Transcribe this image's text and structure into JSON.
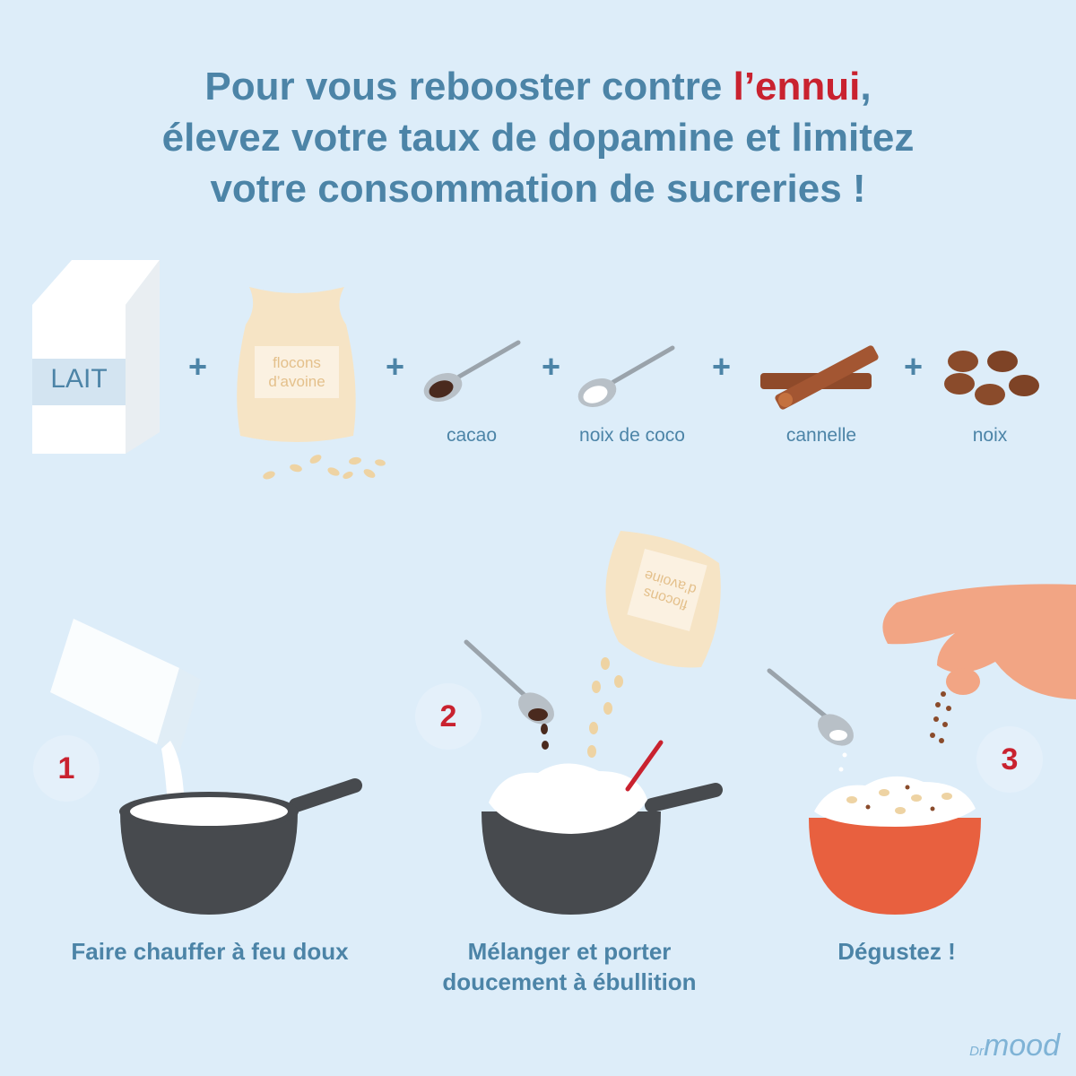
{
  "title": {
    "line1_pre": "Pour vous rebooster contre ",
    "line1_accent": "l’ennui",
    "line1_post": ",",
    "line2": "élevez votre taux de dopamine et limitez",
    "line3": "votre consommation de sucreries !"
  },
  "ingredients": {
    "milk_label": "LAIT",
    "oats_label_line1": "flocons",
    "oats_label_line2": "d’avoine",
    "cacao": "cacao",
    "coconut": "noix de coco",
    "cinnamon": "cannelle",
    "nuts": "noix",
    "plus": "+"
  },
  "steps": [
    {
      "number": "1",
      "label_line1": "Faire chauffer à feu doux",
      "label_line2": ""
    },
    {
      "number": "2",
      "label_line1": "Mélanger et porter",
      "label_line2": "doucement à ébullition"
    },
    {
      "number": "3",
      "label_line1": "Dégustez !",
      "label_line2": ""
    }
  ],
  "pouring_bag": {
    "label_line1": "flocons",
    "label_line2": "d’avoine"
  },
  "brand": {
    "prefix": "Dr",
    "name": "mood"
  },
  "colors": {
    "background": "#ddedf9",
    "title": "#4c84a7",
    "accent": "#c9222f",
    "pan": "#474a4e",
    "bowl": "#e8603f",
    "oat_bag": "#f6e4c5",
    "cinnamon": "#a35632",
    "nut": "#8a4b2b"
  }
}
